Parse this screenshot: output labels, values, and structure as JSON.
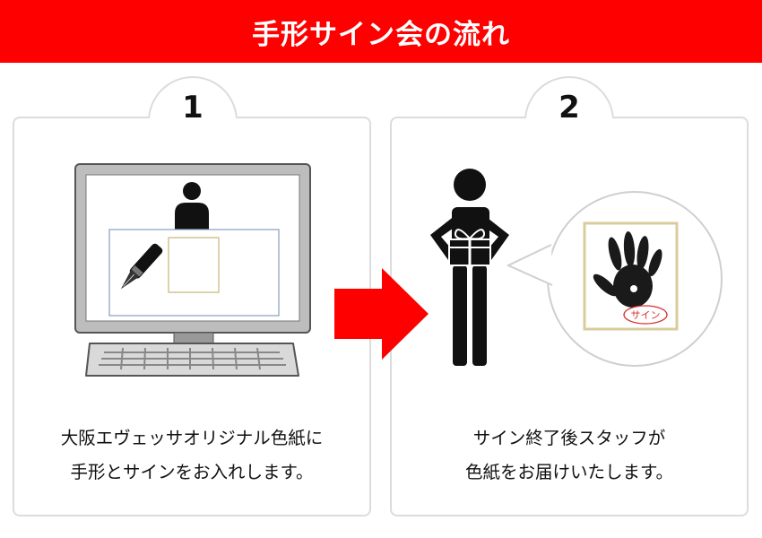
{
  "title": "手形サイン会の流れ",
  "steps": [
    {
      "number": "1",
      "lines": [
        "大阪エヴェッサオリジナル色紙に",
        "手形とサインをお入れします。"
      ]
    },
    {
      "number": "2",
      "lines": [
        "サイン終了後スタッフが",
        "色紙をお届けいたします。"
      ]
    }
  ],
  "shikishi_stamp": "サイン",
  "colors": {
    "accent": "#ff0000",
    "card_border": "#dcdcdc",
    "text": "#111111",
    "paper_border": "#d8cc9c"
  }
}
